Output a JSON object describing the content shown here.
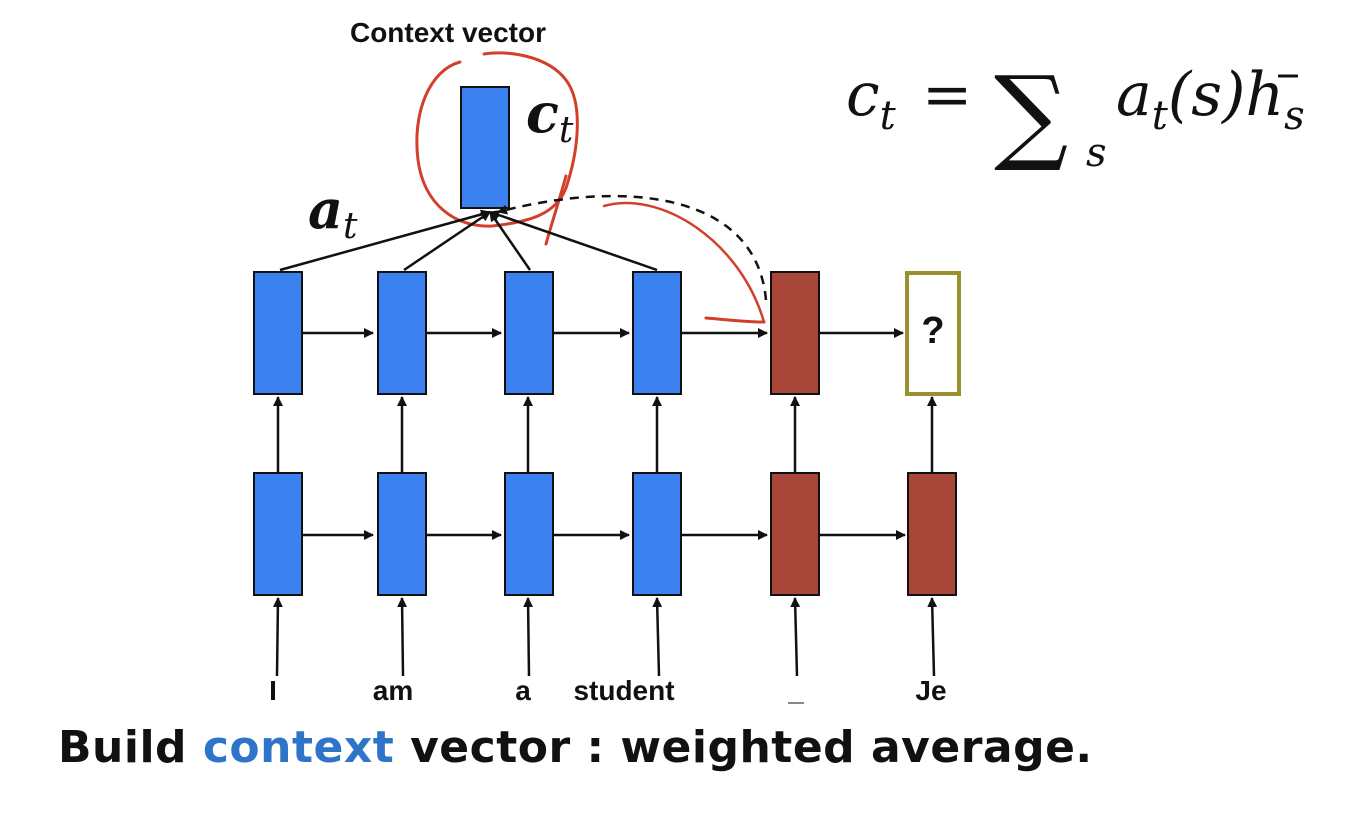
{
  "title": "Context vector",
  "context_symbol": {
    "main": "c",
    "sub": "t"
  },
  "attention_symbol": {
    "main": "a",
    "sub": "t"
  },
  "formula": {
    "lhs": "c",
    "lhs_sub": "t",
    "equals": "=",
    "sum": "∑",
    "sum_sub": "s",
    "rhs_a": "a",
    "rhs_a_sub": "t",
    "rhs_arg": "(s)",
    "rhs_h": "h",
    "rhs_h_sub": "s"
  },
  "input_tokens": [
    "I",
    "am",
    "a",
    "student",
    "_",
    "Je"
  ],
  "output_placeholder": "?",
  "caption": {
    "part1": "Build ",
    "highlight": "context",
    "part2": " vector : weighted average."
  },
  "colors": {
    "encoder": "#3b82f0",
    "decoder": "#a8463a",
    "output_border": "#9b9030",
    "annotation": "#d2402c",
    "highlight": "#2e75c9"
  }
}
